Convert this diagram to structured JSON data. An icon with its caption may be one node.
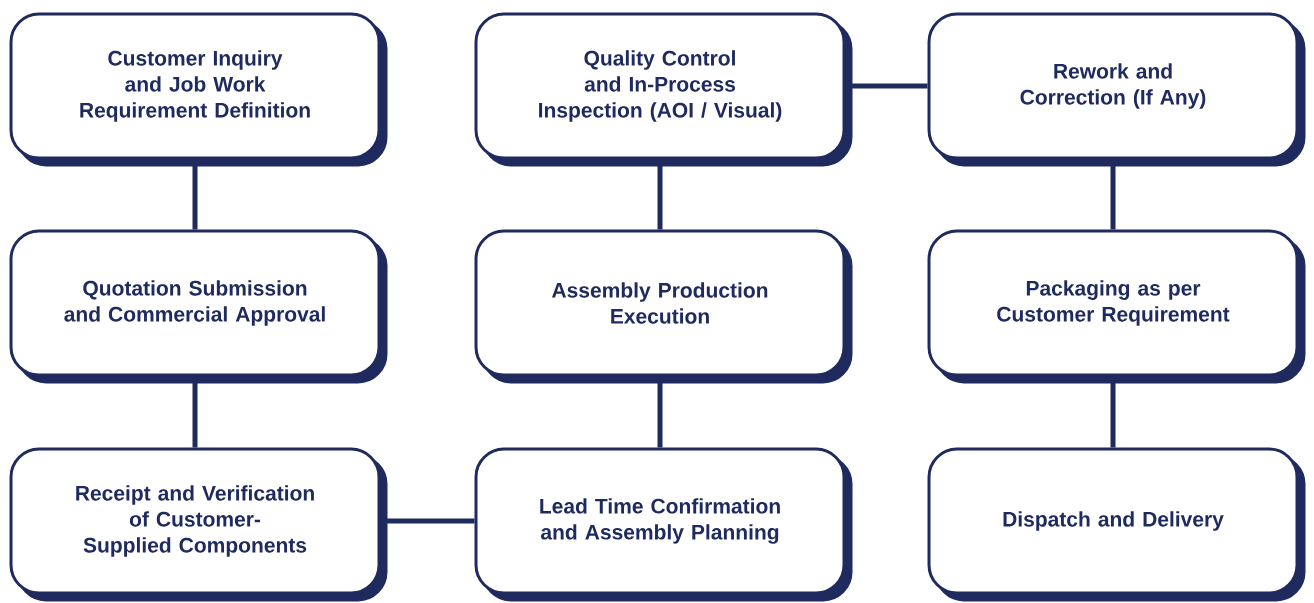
{
  "diagram": {
    "nodes": [
      {
        "text": [
          "Customer Inquiry and Job Work Requirement Definition"
        ]
      },
      {
        "text": [
          "Quality Control and In-Process Inspection (AOI / Visual)"
        ]
      },
      {
        "text": [
          "Rework and Correction (If Any)"
        ]
      },
      {
        "text": [
          "Quotation Submission and Commercial Approval"
        ]
      },
      {
        "text": [
          "Assembly Production Execution"
        ]
      },
      {
        "text": [
          "Packaging as per Customer Requirement"
        ]
      },
      {
        "text": [
          "Receipt and Verification of Customer-Supplied Components"
        ]
      },
      {
        "text": [
          "Lead Time Confirmation and Assembly Planning"
        ]
      },
      {
        "text": [
          "Dispatch and Delivery"
        ]
      }
    ],
    "edges": [
      {
        "from": 0,
        "to": 3,
        "arrow": "none"
      },
      {
        "from": 3,
        "to": 6,
        "arrow": "none"
      },
      {
        "from": 6,
        "to": 7,
        "arrow": "none"
      },
      {
        "from": 7,
        "to": 4,
        "arrow": "none"
      },
      {
        "from": 4,
        "to": 1,
        "arrow": "none"
      },
      {
        "from": 1,
        "to": 2,
        "arrow": "none"
      },
      {
        "from": 2,
        "to": 5,
        "arrow": "none"
      },
      {
        "from": 5,
        "to": 8,
        "arrow": "none"
      }
    ]
  }
}
